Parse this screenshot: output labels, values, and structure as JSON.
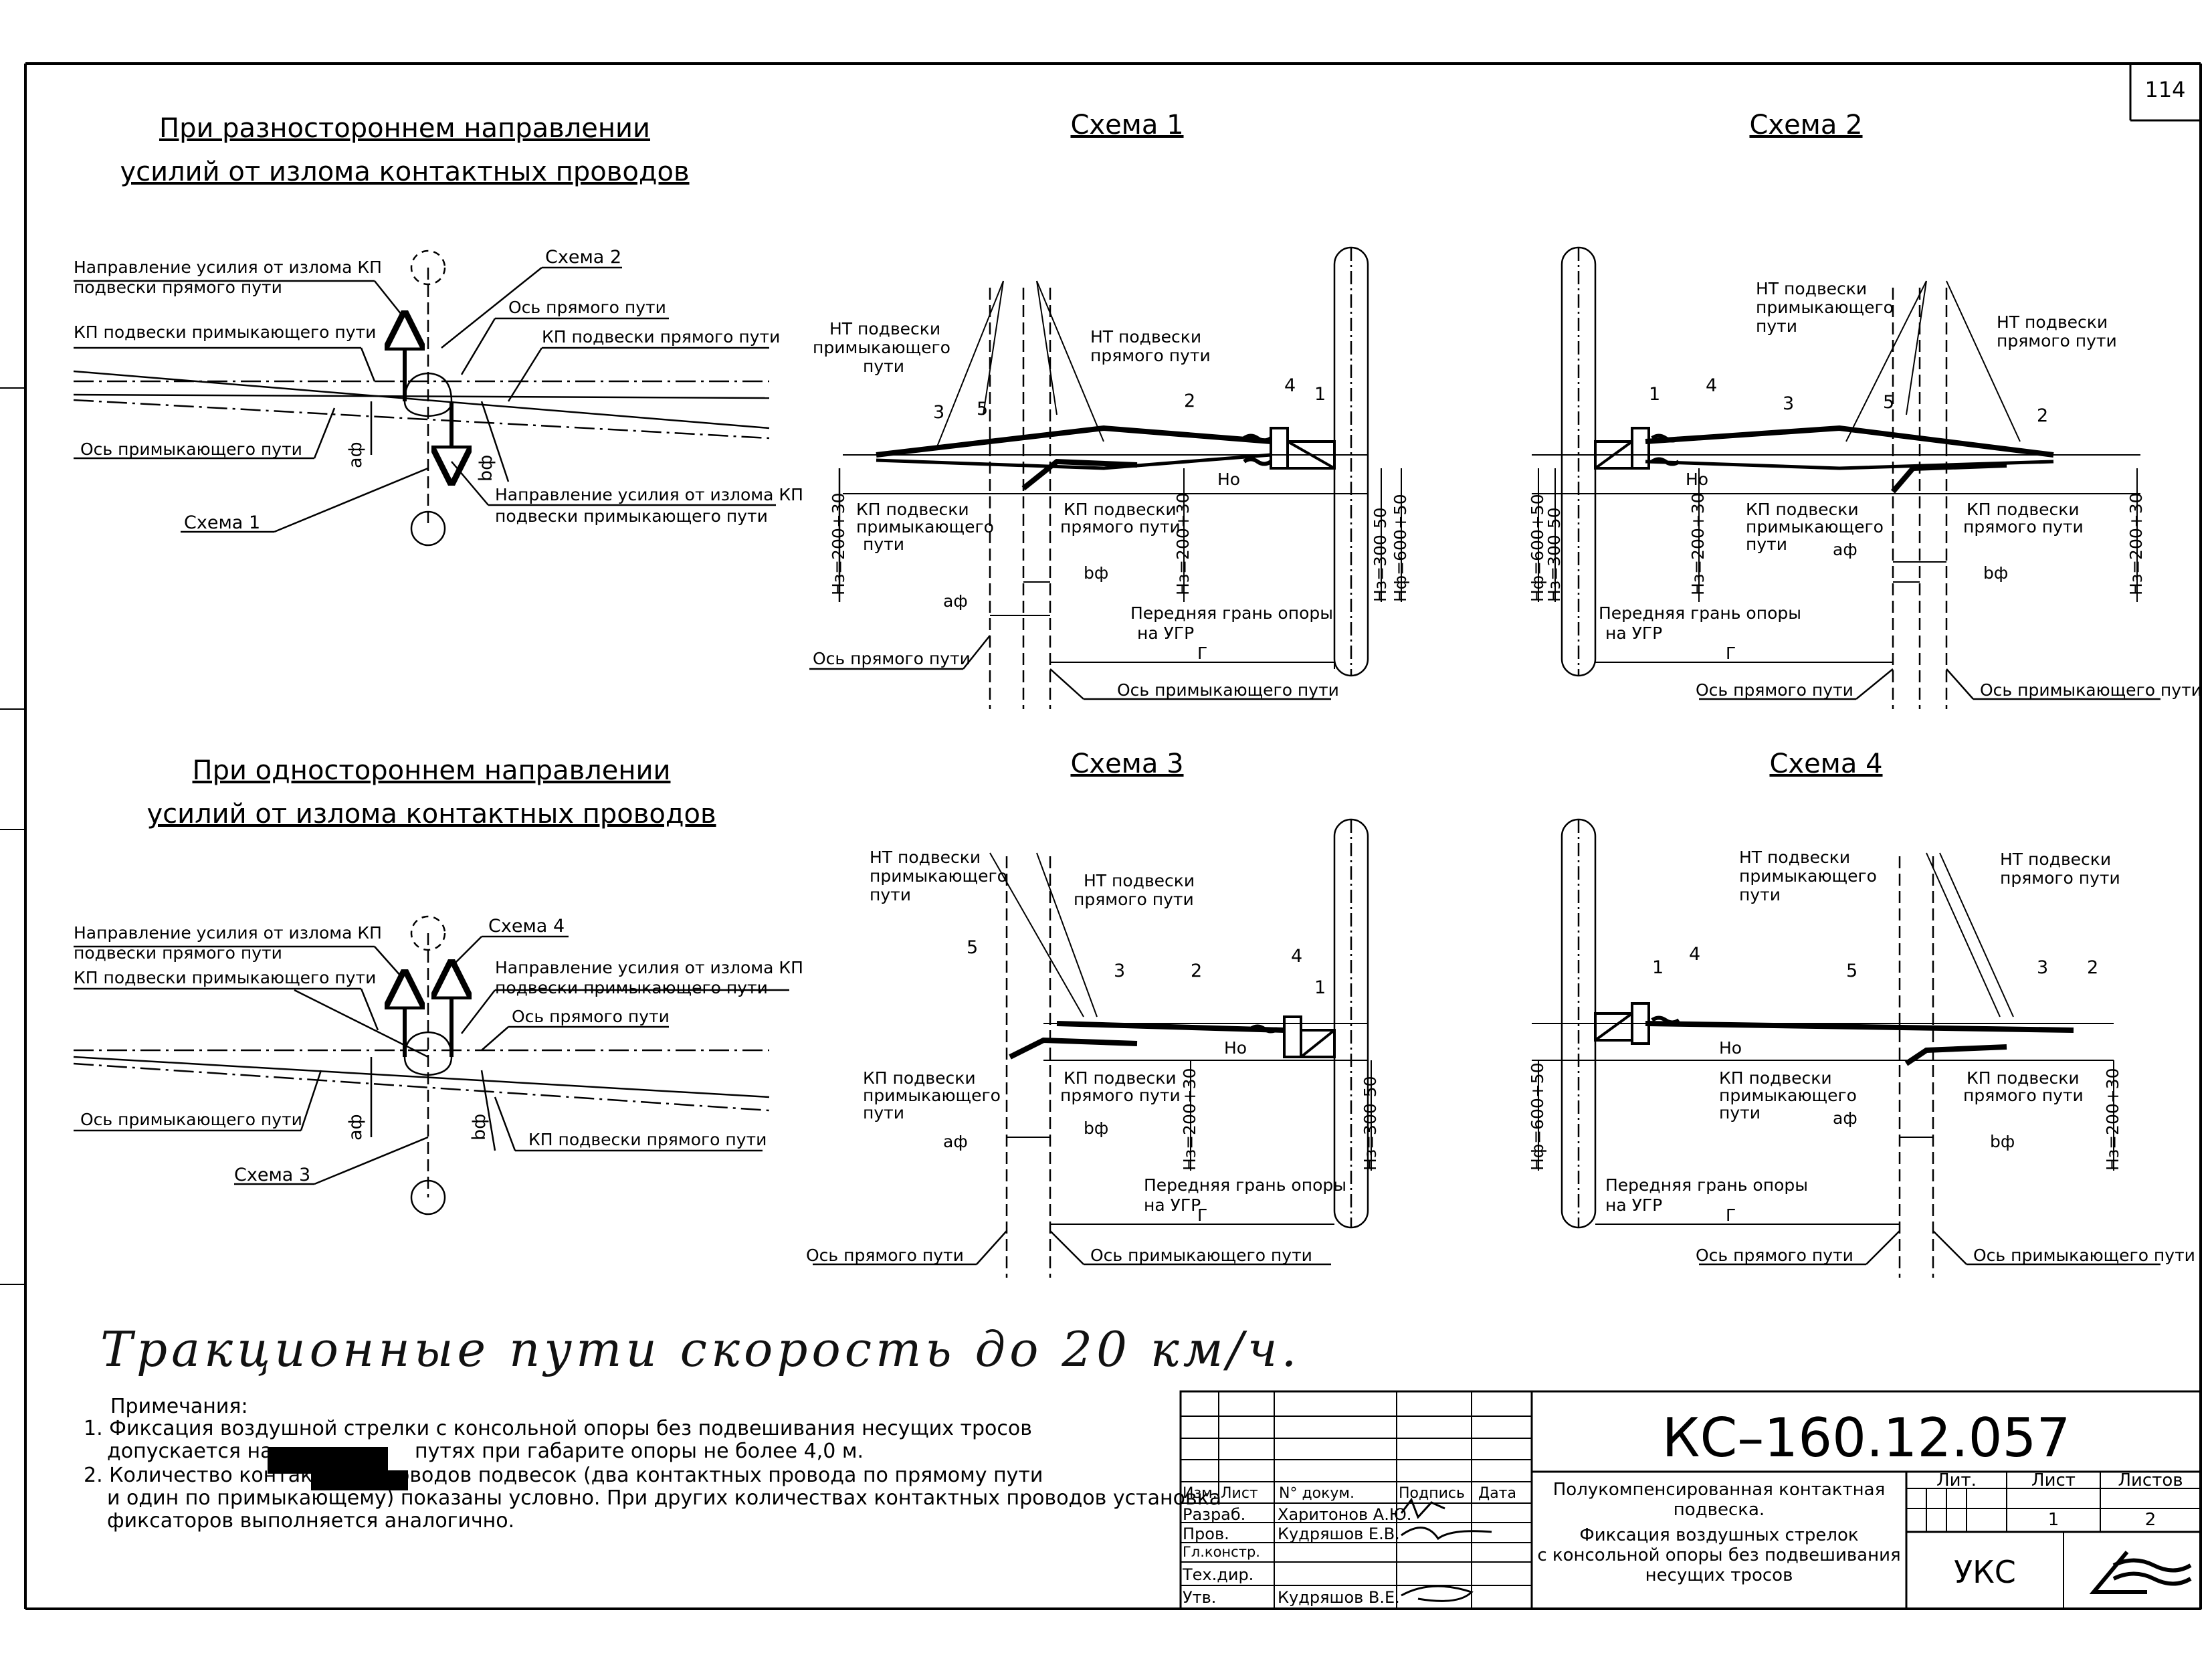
{
  "sheet_number": "114",
  "groups": {
    "opposite": {
      "line1": "При разностороннем направлении",
      "line2": "усилий от излома контактных проводов"
    },
    "same": {
      "line1": "При одностороннем направлении",
      "line2": "усилий от излома контактных проводов"
    }
  },
  "left_top": {
    "schema2": "Схема 2",
    "schema1": "Схема 1",
    "force_main_1": "Направление усилия от излома КП",
    "force_main_2": "подвески прямого пути",
    "kp_adj": "КП подвески примыкающего пути",
    "axis_main": "Ось прямого пути",
    "kp_main": "КП подвески прямого пути",
    "axis_adj": "Ось примыкающего пути",
    "force_adj_1": "Направление усилия от излома КП",
    "force_adj_2": "подвески примыкающего пути",
    "a": "аф",
    "b": "bф"
  },
  "left_bottom": {
    "schema4": "Схема 4",
    "schema3": "Схема 3",
    "force_main_1": "Направление усилия от излома КП",
    "force_main_2": "подвески прямого пути",
    "force_adj_1": "Направление усилия от излома КП",
    "force_adj_2": "подвески примыкающего пути",
    "kp_adj": "КП подвески примыкающего пути",
    "axis_main": "Ось прямого пути",
    "axis_adj": "Ось примыкающего пути",
    "kp_main": "КП подвески прямого пути",
    "a": "аф",
    "b": "bф"
  },
  "schemes": {
    "s1": "Схема 1",
    "s2": "Схема 2",
    "s3": "Схема 3",
    "s4": "Схема 4"
  },
  "labels": {
    "nt_adj_1": "НТ подвески",
    "nt_adj_2": "примыкающего",
    "nt_adj_3": "пути",
    "nt_main_1": "НТ подвески",
    "nt_main_2": "прямого пути",
    "kp_adj_1": "КП подвески",
    "kp_adj_2": "примыкающего",
    "kp_adj_3": "пути",
    "kp_main_1": "КП подвески",
    "kp_main_2": "прямого пути",
    "front_1": "Передняя грань опоры",
    "front_2": "на УГР",
    "axis_main": "Ось прямого пути",
    "axis_adj": "Ось примыкающего пути",
    "hz": "Hз=200+30",
    "hf": "Hф=600+50",
    "h300": "Hз=300-50",
    "ho": "Hо",
    "af": "аф",
    "bf": "bф",
    "g": "Г",
    "n1": "1",
    "n2": "2",
    "n3": "3",
    "n4": "4",
    "n5": "5"
  },
  "handwritten": "Тракционные пути скорость до 20 км/ч.",
  "notes": {
    "title": "Примечания:",
    "n1a": "1. Фиксация воздушной стрелки с консольной опоры без подвешивания несущих тросов",
    "n1b_pre": "допускается на",
    "n1b_post": "путях при габарите опоры не более 4,0 м.",
    "n2a": "2. Количество контактных проводов подвесок (два контактных провода по прямому пути",
    "n2b": "и один по примыкающему) показаны условно. При других количествах контактных проводов установка",
    "n2c": "фиксаторов выполняется аналогично."
  },
  "title_block": {
    "code": "КС–160.12.057",
    "headers": [
      "Изм.",
      "Лист",
      "N° докум.",
      "Подпись",
      "Дата"
    ],
    "roles": [
      {
        "role": "Разраб.",
        "name": "Харитонов А.Ю."
      },
      {
        "role": "Пров.",
        "name": "Кудряшов Е.В."
      },
      {
        "role": "Гл.констр.",
        "name": ""
      },
      {
        "role": "Тех.дир.",
        "name": ""
      },
      {
        "role": "Утв.",
        "name": "Кудряшов В.Е."
      }
    ],
    "desc": [
      "Полукомпенсированная контактная",
      "подвеска.",
      "Фиксация воздушных стрелок",
      "с консольной опоры без подвешивания",
      "несущих тросов"
    ],
    "lit": "Лит.",
    "list": "Лист",
    "listov": "Листов",
    "list_val": "1",
    "listov_val": "2",
    "org": "УКС"
  }
}
